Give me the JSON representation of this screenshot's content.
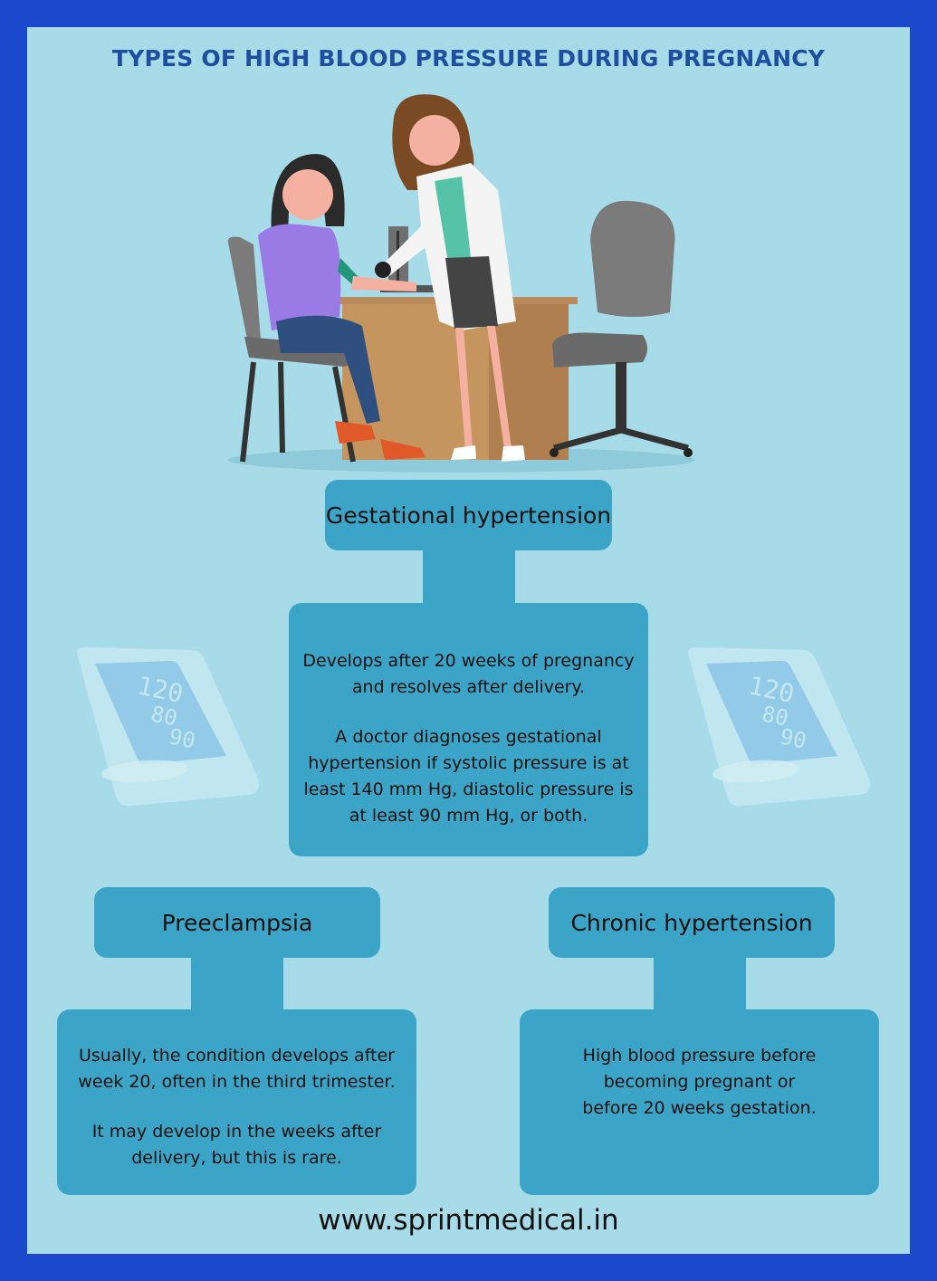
{
  "title": "TYPES OF HIGH BLOOD PRESSURE DURING PREGNANCY",
  "colors": {
    "border": "#1b49cc",
    "background": "#a8dbe8",
    "box": "#3ca4c6",
    "title": "#1f4ea0"
  },
  "illustration": {
    "description": "doctor-measuring-patient-blood-pressure",
    "monitor_readings": [
      "120",
      "80",
      "90"
    ]
  },
  "sections": {
    "gestational": {
      "heading": "Gestational hypertension",
      "paragraph1": "Develops after 20 weeks of pregnancy\nand resolves after delivery.",
      "paragraph2": "A doctor diagnoses gestational\nhypertension if systolic pressure is at\nleast 140 mm Hg, diastolic pressure is\nat least 90 mm Hg, or both."
    },
    "preeclampsia": {
      "heading": "Preeclampsia",
      "paragraph1": "Usually, the condition  develops after\nweek 20, often in the third trimester.",
      "paragraph2": "It may develop in the weeks after\ndelivery, but this is rare."
    },
    "chronic": {
      "heading": "Chronic hypertension",
      "paragraph1": "High blood pressure before\nbecoming pregnant or\nbefore 20 weeks gestation."
    }
  },
  "footer": {
    "website": "www.sprintmedical.in"
  }
}
